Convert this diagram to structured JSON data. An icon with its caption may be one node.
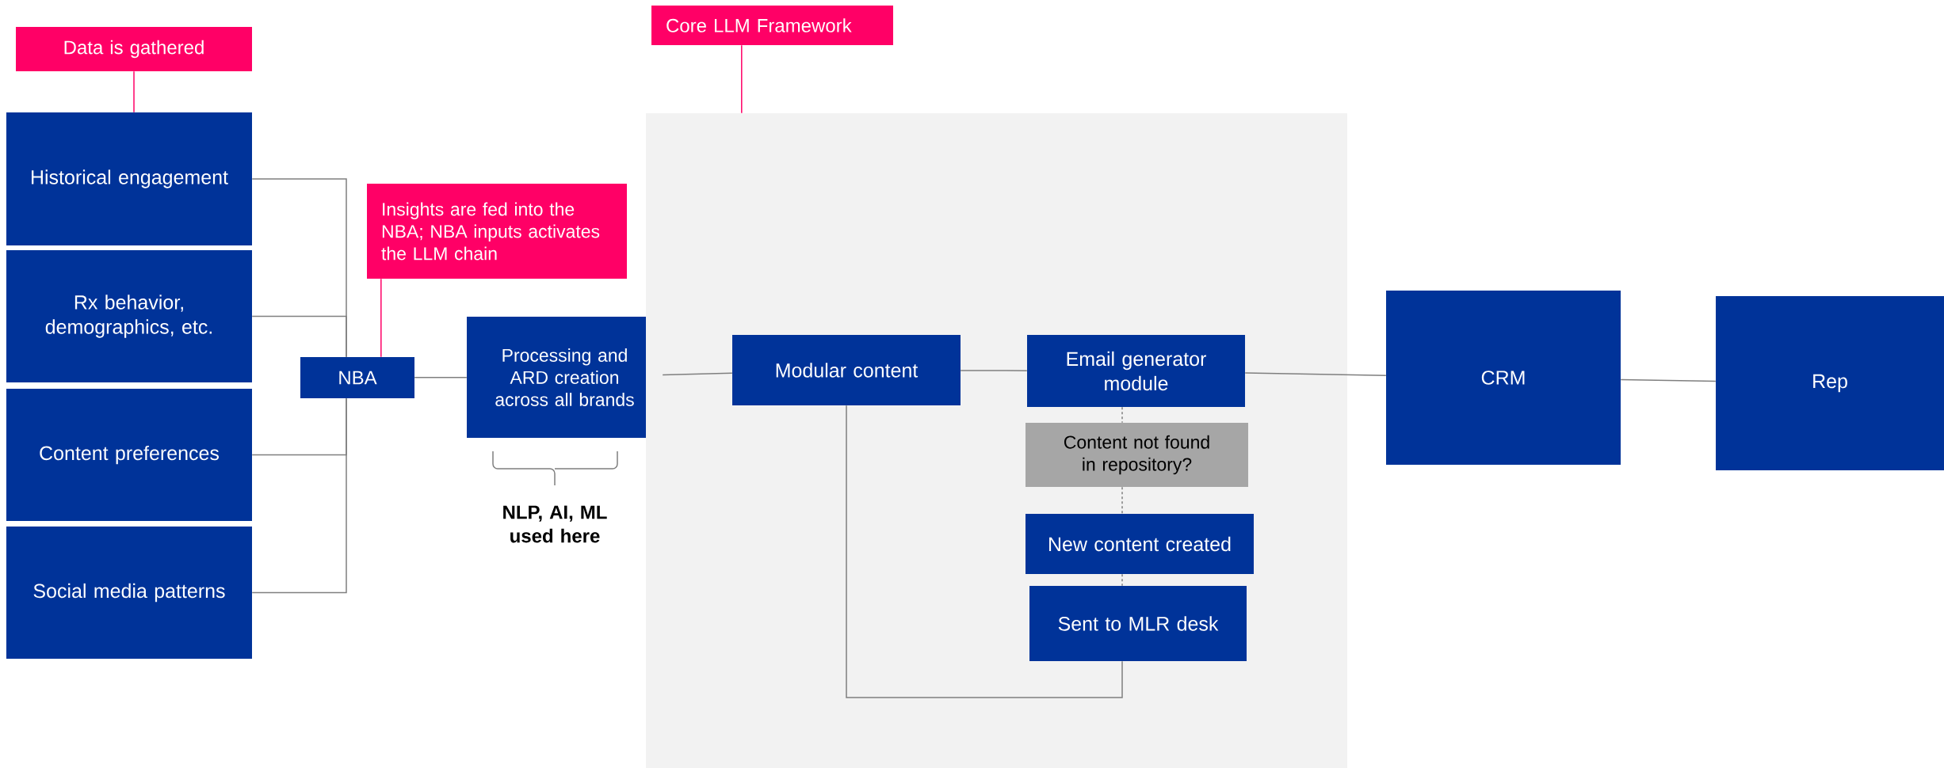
{
  "diagram": {
    "nodes": [
      {
        "text": [
          "Data is gathered"
        ]
      },
      {
        "text": [
          "Core LLM Framework"
        ]
      },
      {
        "text": [
          "Historical engagement"
        ]
      },
      {
        "text": [
          "Rx behavior, demographics, etc."
        ]
      },
      {
        "text": [
          "Content preferences"
        ]
      },
      {
        "text": [
          "Social media patterns"
        ]
      },
      {
        "text": [
          "Insights are fed into the NBA; NBA inputs activates the LLM chain"
        ]
      },
      {
        "text": [
          "NBA"
        ]
      },
      {
        "text": [
          "Processing and ARD creation across all brands"
        ]
      },
      {
        "text": [],
        "shape": "box"
      },
      {
        "text": [
          "Modular content"
        ],
        "in": 9
      },
      {
        "text": [
          "Email generator module"
        ],
        "in": 9
      },
      {
        "text": [
          "Content not found in repository?"
        ],
        "in": 9
      },
      {
        "text": [
          "New content created"
        ],
        "in": 9
      },
      {
        "text": [
          "Sent to MLR desk"
        ],
        "in": 9
      },
      {
        "text": [
          "CRM"
        ]
      },
      {
        "text": [
          "Rep"
        ]
      }
    ],
    "edges": [
      {
        "from": 0,
        "to": 2,
        "arrow": "none",
        "color": "#ff0066"
      },
      {
        "from": 1,
        "to": 9,
        "arrow": "none",
        "color": "#ff0066"
      },
      {
        "from": 2,
        "to": 7,
        "arrow": "none"
      },
      {
        "from": 3,
        "to": 7,
        "arrow": "none"
      },
      {
        "from": 4,
        "to": 7,
        "arrow": "none"
      },
      {
        "from": 5,
        "to": 7,
        "arrow": "none"
      },
      {
        "from": 6,
        "to": 7,
        "arrow": "none",
        "color": "#ff0066"
      },
      {
        "from": 7,
        "to": 8,
        "arrow": "none"
      },
      {
        "from": 8,
        "to": 10,
        "arrow": "none"
      },
      {
        "from": 10,
        "to": 11,
        "arrow": "none"
      },
      {
        "from": 11,
        "to": 12,
        "arrow": "none",
        "style": "dashed"
      },
      {
        "from": 12,
        "to": 13,
        "arrow": "none",
        "style": "dashed"
      },
      {
        "from": 13,
        "to": 14,
        "arrow": "none",
        "style": "dashed"
      },
      {
        "from": 10,
        "to": 14,
        "arrow": "none"
      },
      {
        "from": 11,
        "to": 15,
        "arrow": "none"
      },
      {
        "from": 15,
        "to": 16,
        "arrow": "none"
      }
    ],
    "labels": [
      "NLP, AI, ML used here"
    ]
  }
}
